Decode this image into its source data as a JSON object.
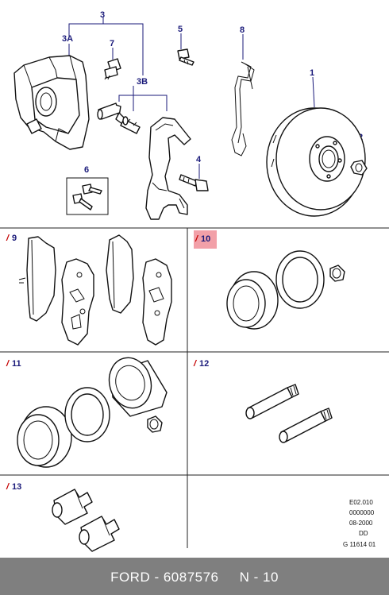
{
  "callouts": {
    "c3": "3",
    "c3a": "3A",
    "c3b": "3B",
    "c7": "7",
    "c5": "5",
    "c8": "8",
    "c1": "1",
    "c2": "2",
    "c4": "4",
    "c6": "6"
  },
  "panels": {
    "p9": "9",
    "p10": "10",
    "p11": "11",
    "p12": "12",
    "p13": "13"
  },
  "panel_marker": "/",
  "highlight_color": "#f2a0a8",
  "codes": [
    "E02.010",
    "0000000",
    "08-2000",
    "DD",
    "G 11614 01"
  ],
  "footer": {
    "text": "FORD - 6087576     N - 10",
    "background": "#7f7f7f"
  }
}
